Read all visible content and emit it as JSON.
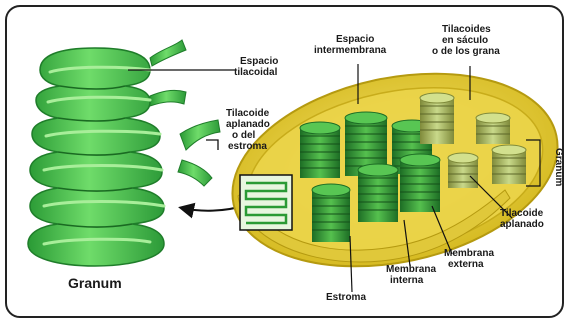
{
  "labels": {
    "espacio_tilacoidal": [
      "Espacio",
      "tilacoidal"
    ],
    "tilacoide_aplanado_estroma": [
      "Tilacoide",
      "aplanado",
      "o del",
      "estroma"
    ],
    "espacio_intermembrana": [
      "Espacio",
      "intermembrana"
    ],
    "tilacoides_saculo": [
      "Tilacoides",
      "en sáculo",
      "o de los grana"
    ],
    "granum_side": "Granum",
    "tilacoide_aplanado": [
      "Tilacoide",
      "aplanado"
    ],
    "membrana_externa": [
      "Membrana",
      "externa"
    ],
    "membrana_interna": [
      "Membrana",
      "interna"
    ],
    "estroma": "Estroma",
    "granum_caption": "Granum"
  },
  "colors": {
    "granum_green": "#4cc24c",
    "granum_dark": "#1f7d2a",
    "chloroplast_yellow": "#e6cf2a",
    "chloroplast_edge": "#b59a10",
    "frame": "#222222"
  }
}
